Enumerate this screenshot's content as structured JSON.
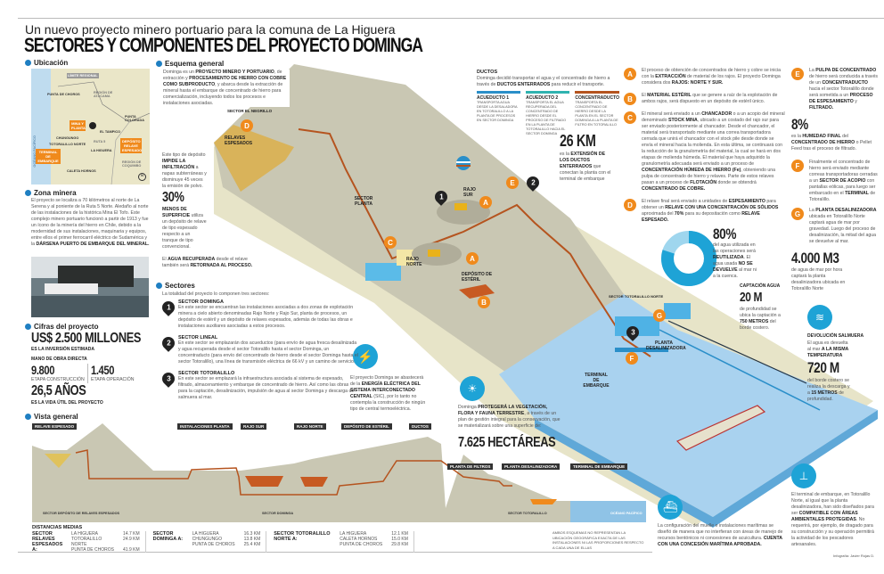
{
  "header": {
    "subtitle": "Un nuevo proyecto minero portuario para la comuna de La Higuera",
    "title": "SECTORES Y COMPONENTES DEL PROYECTO DOMINGA"
  },
  "ubicacion": {
    "heading": "Ubicación",
    "map_labels": {
      "limite": "LÍMITE REGIONAL",
      "atacama": "REGIÓN DE ATACAMA",
      "punta_choros": "PUNTA DE CHOROS",
      "punta_colorada": "PUNTA COLORADA",
      "oceano": "OCÉANO PACÍFICO",
      "mina": "MINA Y PLANTA",
      "tampico": "EL TAMPICO",
      "chungungo": "CHUNGUNGO",
      "totoralillo": "TOTORALILLO NORTE",
      "ruta": "RUTA 5",
      "terminal": "TERMINAL DE EMBARQUE",
      "higuera": "LA HIGUERA",
      "deposito": "DEPÓSITO RELAVE ESPESADO",
      "coquimbo": "REGIÓN DE COQUIMBO",
      "caleta": "CALETA HORNOS",
      "north": "N"
    }
  },
  "zona": {
    "heading": "Zona minera",
    "text": [
      [
        "El proyecto se localiza a 70 kilómetros al norte de La Serena y al poniente de la Ruta 5 Norte. Aledaño al norte de las instalaciones de la histórica Mina El Tofo. Este complejo minero portuario funcionó a partir de 1913 y fue un ícono de la minería del hierro en Chile, debido a la modernidad de sus instalaciones, maquinaria y equipos, entre ellos el primer ferrocarril eléctrico de Sudamérica y la ",
        0
      ],
      [
        "DÁRSENA PUERTO DE EMBARQUE DEL MINERAL.",
        1
      ]
    ]
  },
  "cifras": {
    "heading": "Cifras del proyecto",
    "inversion": "US$ 2.500 MILLONES",
    "inversion_label": "ES LA INVERSIÓN ESTIMADA",
    "mano": "MANO DE OBRA DIRECTA",
    "construccion": "9.800",
    "construccion_label": "ETAPA CONSTRUCCIÓN",
    "operacion": "1.450",
    "operacion_label": "ETAPA OPERACIÓN",
    "vida": "26,5 AÑOS",
    "vida_label": "ES LA VIDA ÚTIL DEL PROYECTO"
  },
  "esquema": {
    "heading": "Esquema general",
    "text": [
      [
        "Dominga es un ",
        0
      ],
      [
        "PROYECTO MINERO Y PORTUARIO",
        1
      ],
      [
        ", de extracción y ",
        0
      ],
      [
        "PROCESAMIENTO DE HIERRO CON COBRE COMO SUBPRODUCTO",
        1
      ],
      [
        ", y abarca desde la extracción de mineral hasta el embarque de concentrado de hierro para comercialización, incluyendo todos los procesos e instalaciones asociadas.",
        0
      ]
    ],
    "sector_negrillo": "SECTOR EL NEGRILLO",
    "relaves": "RELAVES ESPESADOS",
    "relave_text": [
      [
        "Este tipo de depósito ",
        0
      ],
      [
        "IMPIDE LA INFILTRACIÓN",
        1
      ],
      [
        " a napas subterráneas y disminuye 45 veces la emisión de polvo.",
        0
      ]
    ],
    "pct30": "30%",
    "pct30_text": [
      [
        "MENOS DE SUPERFICIE",
        1
      ],
      [
        " utiliza un depósito de relave de tipo espesado respecto a un tranque de tipo convencional.",
        0
      ]
    ],
    "agua_text": [
      [
        "El ",
        0
      ],
      [
        "AGUA RECUPERADA",
        1
      ],
      [
        " desde el relave también será ",
        0
      ],
      [
        "RETORNADA AL PROCESO.",
        1
      ]
    ],
    "sector_planta": "SECTOR PLANTA",
    "rajo_sur": "RAJO SUR",
    "rajo_norte": "RAJO NORTE",
    "deposito_esteril": "DEPÓSITO DE ESTÉRIL",
    "sector_totoralillo": "SECTOR TOTORALILLO NORTE",
    "planta_desal": "PLANTA DESALINIZADORA",
    "terminal": "TERMINAL DE EMBARQUE"
  },
  "ductos": {
    "heading": "DUCTOS",
    "text": [
      [
        "Dominga decidió transportar el agua y el concentrado de hierro a través de ",
        0
      ],
      [
        "DUCTOS ENTERRADOS",
        1
      ],
      [
        " para reducir el transporte.",
        0
      ]
    ],
    "items": [
      {
        "name": "ACUEDUCTO 1",
        "desc": "TRANSPORTA AGUA DESDE LA DESALADORA EN TOTORALILLO A LA PLANTA DE PROCESOS EN SECTOR DOMINGA",
        "color": "#2a8fc9"
      },
      {
        "name": "ACUEDUCTO 2",
        "desc": "TRANSPORTA EL AGUA RECUPERADA DEL CONCENTRADO DE HIERRO DESDE EL PROCESO DE FILTRADO EN LA PLANTA DE TOTORALILLO HACIA EL SECTOR DOMINGA",
        "color": "#2fb3b0"
      },
      {
        "name": "CONCENTRADUCTO",
        "desc": "TRANSPORTA EL CONCENTRADO DE HIERRO DESDE LA PLANTA EN EL SECTOR DOMINGA A LA PLANTA DE FILTRO EN TOTORALILLO",
        "color": "#b5541f"
      }
    ],
    "km": "26 KM",
    "km_text": [
      [
        "es la ",
        0
      ],
      [
        "EXTENSIÓN DE LOS DUCTOS ENTERRADOS",
        1
      ],
      [
        " que conectan la planta con el terminal de embarque",
        0
      ]
    ]
  },
  "steps": [
    {
      "letter": "A",
      "text": [
        [
          "El proceso de obtención de concentrados de hierro y cobre se inicia con la ",
          0
        ],
        [
          "EXTRACCIÓN",
          1
        ],
        [
          " de material de los rajos. El proyecto Dominga considera dos ",
          0
        ],
        [
          "RAJOS: NORTE Y SUR.",
          1
        ]
      ]
    },
    {
      "letter": "B",
      "text": [
        [
          "El ",
          0
        ],
        [
          "MATERIAL ESTÉRIL",
          1
        ],
        [
          " que se genere a raíz de la explotación de ambos rajos, será dispuesto en un depósito de estéril único.",
          0
        ]
      ]
    },
    {
      "letter": "C",
      "text": [
        [
          "El mineral será enviado a un ",
          0
        ],
        [
          "CHANCADOR",
          1
        ],
        [
          " o a un acopio del mineral denominado ",
          0
        ],
        [
          "STOCK MINA",
          1
        ],
        [
          ", ubicado a un costado del rajo sur para ser enviado posteriormente al chancador. Desde el chancador, el material será transportado mediante una correa transportadora cerrada que unirá el chancador con el stock pile desde donde se envía el mineral hacia la molienda. En esta última, se continuará con la reducción de la granulometría del material, la cual se hará en dos etapas de molienda húmeda. El material que haya adquirido la granulometría adecuada será enviado a un proceso de ",
          0
        ],
        [
          "CONCENTRACIÓN HÚMEDA DE HIERRO (Fe)",
          1
        ],
        [
          ", obteniendo una pulpa de concentrado de hierro y relaves. Parte de estos relaves pasan a un proceso de ",
          0
        ],
        [
          "FLOTACIÓN",
          1
        ],
        [
          " donde se obtendrá ",
          0
        ],
        [
          "CONCENTRADO DE COBRE.",
          1
        ]
      ]
    },
    {
      "letter": "D",
      "text": [
        [
          "El relave final será enviado a unidades de ",
          0
        ],
        [
          "ESPESAMIENTO",
          1
        ],
        [
          " para obtener un ",
          0
        ],
        [
          "RELAVE CON UNA CONCENTRACIÓN DE SÓLIDOS",
          1
        ],
        [
          " aproximada del ",
          0
        ],
        [
          "70%",
          1
        ],
        [
          " para su depositación como ",
          0
        ],
        [
          "RELAVE ESPESADO.",
          1
        ]
      ]
    },
    {
      "letter": "E",
      "text": [
        [
          "La ",
          0
        ],
        [
          "PULPA DE CONCENTRADO",
          1
        ],
        [
          " de hierro será conducida a través de un ",
          0
        ],
        [
          "CONCENTRADUCTO",
          1
        ],
        [
          " hacia el sector Totoralillo donde será sometida a un ",
          0
        ],
        [
          "PROCESO DE ESPESAMIENTO",
          1
        ],
        [
          " y ",
          0
        ],
        [
          "FILTRADO.",
          1
        ]
      ]
    },
    {
      "letter": "F",
      "text": [
        [
          "Finalmente el concentrado de hierro será enviado mediante correas transportadoras cerradas a un ",
          0
        ],
        [
          "SECTOR DE ACOPIO",
          1
        ],
        [
          " con pantallas eólicas, para luego ser embarcado en el ",
          0
        ],
        [
          "TERMINAL",
          1
        ],
        [
          " de Totoralillo.",
          0
        ]
      ]
    },
    {
      "letter": "G",
      "text": [
        [
          "La ",
          0
        ],
        [
          "PLANTA DESALINIZADORA",
          1
        ],
        [
          " ubicada en Totoralillo Norte captará agua de mar por gravedad. Luego del proceso de desalinización, la mitad del agua se devuelve al mar.",
          0
        ]
      ]
    }
  ],
  "humedad": {
    "value": "8%",
    "text": [
      [
        "es la ",
        0
      ],
      [
        "HUMEDAD FINAL",
        1
      ],
      [
        " del ",
        0
      ],
      [
        "CONCENTRADO DE HIERRO",
        1
      ],
      [
        " o Pellet Feed tras el proceso de filtrado.",
        0
      ]
    ]
  },
  "agua_m3": {
    "value": "4.000 M3",
    "text": "de agua de mar por hora captará la planta desalinizadora ubicada en Totoralillo Norte"
  },
  "reuso": {
    "value": "80%",
    "fraction": 0.8,
    "text": [
      [
        "del agua utilizada en las operaciones será ",
        0
      ],
      [
        "REUTILIZADA",
        1
      ],
      [
        ". El agua usada ",
        0
      ],
      [
        "NO SE DEVUELVE",
        1
      ],
      [
        " al mar ni a la cuenca.",
        0
      ]
    ]
  },
  "captacion": {
    "heading": "CAPTACIÓN AGUA",
    "value": "20 M",
    "text": [
      [
        "de profundidad se ubica la captación a ",
        0
      ],
      [
        "750 METROS",
        1
      ],
      [
        " del borde costero.",
        0
      ]
    ]
  },
  "salmuera": {
    "heading": "DEVOLUCIÓN SALMUERA",
    "text": [
      [
        "El agua es devuelta al mar ",
        0
      ],
      [
        "A LA MISMA TEMPERATURA",
        1
      ]
    ],
    "value": "720 M",
    "text2": [
      [
        "del borde costero se realiza la descarga y a ",
        0
      ],
      [
        "15 METROS",
        1
      ],
      [
        " de profundidad.",
        0
      ]
    ]
  },
  "sectores": {
    "heading": "Sectores",
    "intro": "La totalidad del proyecto lo componen tres sectores:",
    "items": [
      {
        "n": "1",
        "name": "SECTOR DOMINGA",
        "text": "En este sector se encuentran las instalaciones asociadas a dos zonas de explotación minera a cielo abierto denominadas Rajo Norte y Rajo Sur, planta de procesos, un depósito de estéril y un depósito de relaves espesados, además de todas las obras e instalaciones auxiliares asociadas a estos procesos."
      },
      {
        "n": "2",
        "name": "SECTOR LINEAL",
        "text": "En este sector se emplazarán dos acueductos (para envío de agua fresca desalinizada y agua recuperada desde el sector Totoralillo hasta el sector Dominga, un concentraducto (para envío del concentrado de hierro desde el sector Dominga hasta el sector Totoralillo), una línea de transmisión eléctrica de 66 kV y un camino de servicio."
      },
      {
        "n": "3",
        "name": "SECTOR TOTORALILLO",
        "text": "En este sector se emplazará la infraestructura asociada al sistema de espesado, filtrado, almacenamiento y embarque de concentrado de hierro. Así como las obras para la captación, desalinización, impulsión de agua al sector Dominga y descarga de salmuera al mar."
      }
    ]
  },
  "energia": {
    "text": [
      [
        "El proyecto Dominga se abastecerá de la ",
        0
      ],
      [
        "ENERGÍA ELÉCTRICA DEL SISTEMA INTERCONECTADO CENTRAL",
        1
      ],
      [
        " (SIC), por lo tanto no contempla la construcción de ningún tipo de central termoeléctrica.",
        0
      ]
    ]
  },
  "flora": {
    "text": [
      [
        "Dominga ",
        0
      ],
      [
        "PROTEGERÁ LA VEGETACIÓN, FLORA Y FAUNA TERRESTRE",
        1
      ],
      [
        ", a través de un plan de gestión integral para la conservación, que se materializará sobre una superficie de:",
        0
      ]
    ],
    "value": "7.625 HECTÁREAS"
  },
  "vista": {
    "heading": "Vista general",
    "labels": [
      "RELAVE ESPESADO",
      "INSTALACIONES PLANTA",
      "RAJO SUR",
      "RAJO NORTE",
      "DEPÓSITO DE ESTÉRIL",
      "DUCTOS",
      "PLANTA DE FILTROS",
      "PLANTA DESALINIZADORA",
      "TERMINAL DE EMBARQUE"
    ],
    "sector_relaves": "SECTOR DEPÓSITO DE RELAVES ESPESADOS",
    "sector_dominga": "SECTOR DOMINGA",
    "sector_totoralillo": "SECTOR TOTORALILLO",
    "oceano": "OCÉANO PACÍFICO",
    "note": "AMBOS ESQUEMAS NO REPRESENTAN LA UBICACIÓN GEOGRÁFICA EXACTA DE LAS INSTALACIONES NI LAS PROPORCIONES RESPECTO A CADA UNA DE ELLAS"
  },
  "distancias": {
    "heading": "DISTANCIAS MEDIAS",
    "groups": [
      {
        "label": "SECTOR RELAVES ESPESADOS A:",
        "rows": [
          [
            "LA HIGUERA",
            "14.7 KM"
          ],
          [
            "TOTORALILLO NORTE",
            "24.9 KM"
          ],
          [
            "PUNTA DE CHOROS",
            "41.9 KM"
          ]
        ]
      },
      {
        "label": "SECTOR DOMINGA A:",
        "rows": [
          [
            "LA HIGUERA",
            "16.3 KM"
          ],
          [
            "CHUNGUNGO",
            "13.8 KM"
          ],
          [
            "PUNTA DE CHOROS",
            "25.4 KM"
          ]
        ]
      },
      {
        "label": "SECTOR TOTORALILLO NORTE A:",
        "rows": [
          [
            "LA HIGUERA",
            "12.1 KM"
          ],
          [
            "CALETA HORNOS",
            "15.0 KM"
          ],
          [
            "PUNTA DE CHOROS",
            "29.8 KM"
          ]
        ]
      }
    ]
  },
  "muelle": {
    "text": [
      [
        "La configuración del muelle e instalaciones marítimas se diseñó de manera que no interfieran con áreas de manejo de recursos bentónicos ni concesiones de acuicultura. ",
        0
      ],
      [
        "CUENTA CON UNA CONCESIÓN MARÍTIMA APROBADA.",
        1
      ]
    ]
  },
  "terminal_info": {
    "text": [
      [
        "El terminal de embarque, en Totoralillo Norte, al igual que la planta desalinizadora, han sido diseñados para ser ",
        0
      ],
      [
        "COMPATIBLE CON ÁREAS AMBIENTALES PROTEGIDAS",
        1
      ],
      [
        ". No requerirá, por ejemplo, de dragado para su construcción y su operación permitirá la actividad de los pescadores artesanales.",
        0
      ]
    ]
  },
  "credit": "Infografía: Javier Rojas D.",
  "colors": {
    "accent": "#f08a1c",
    "blue": "#1ea3d6",
    "land": "#c9c7b3",
    "pipe": "#b5541f",
    "sea": "#8fc3e6"
  }
}
